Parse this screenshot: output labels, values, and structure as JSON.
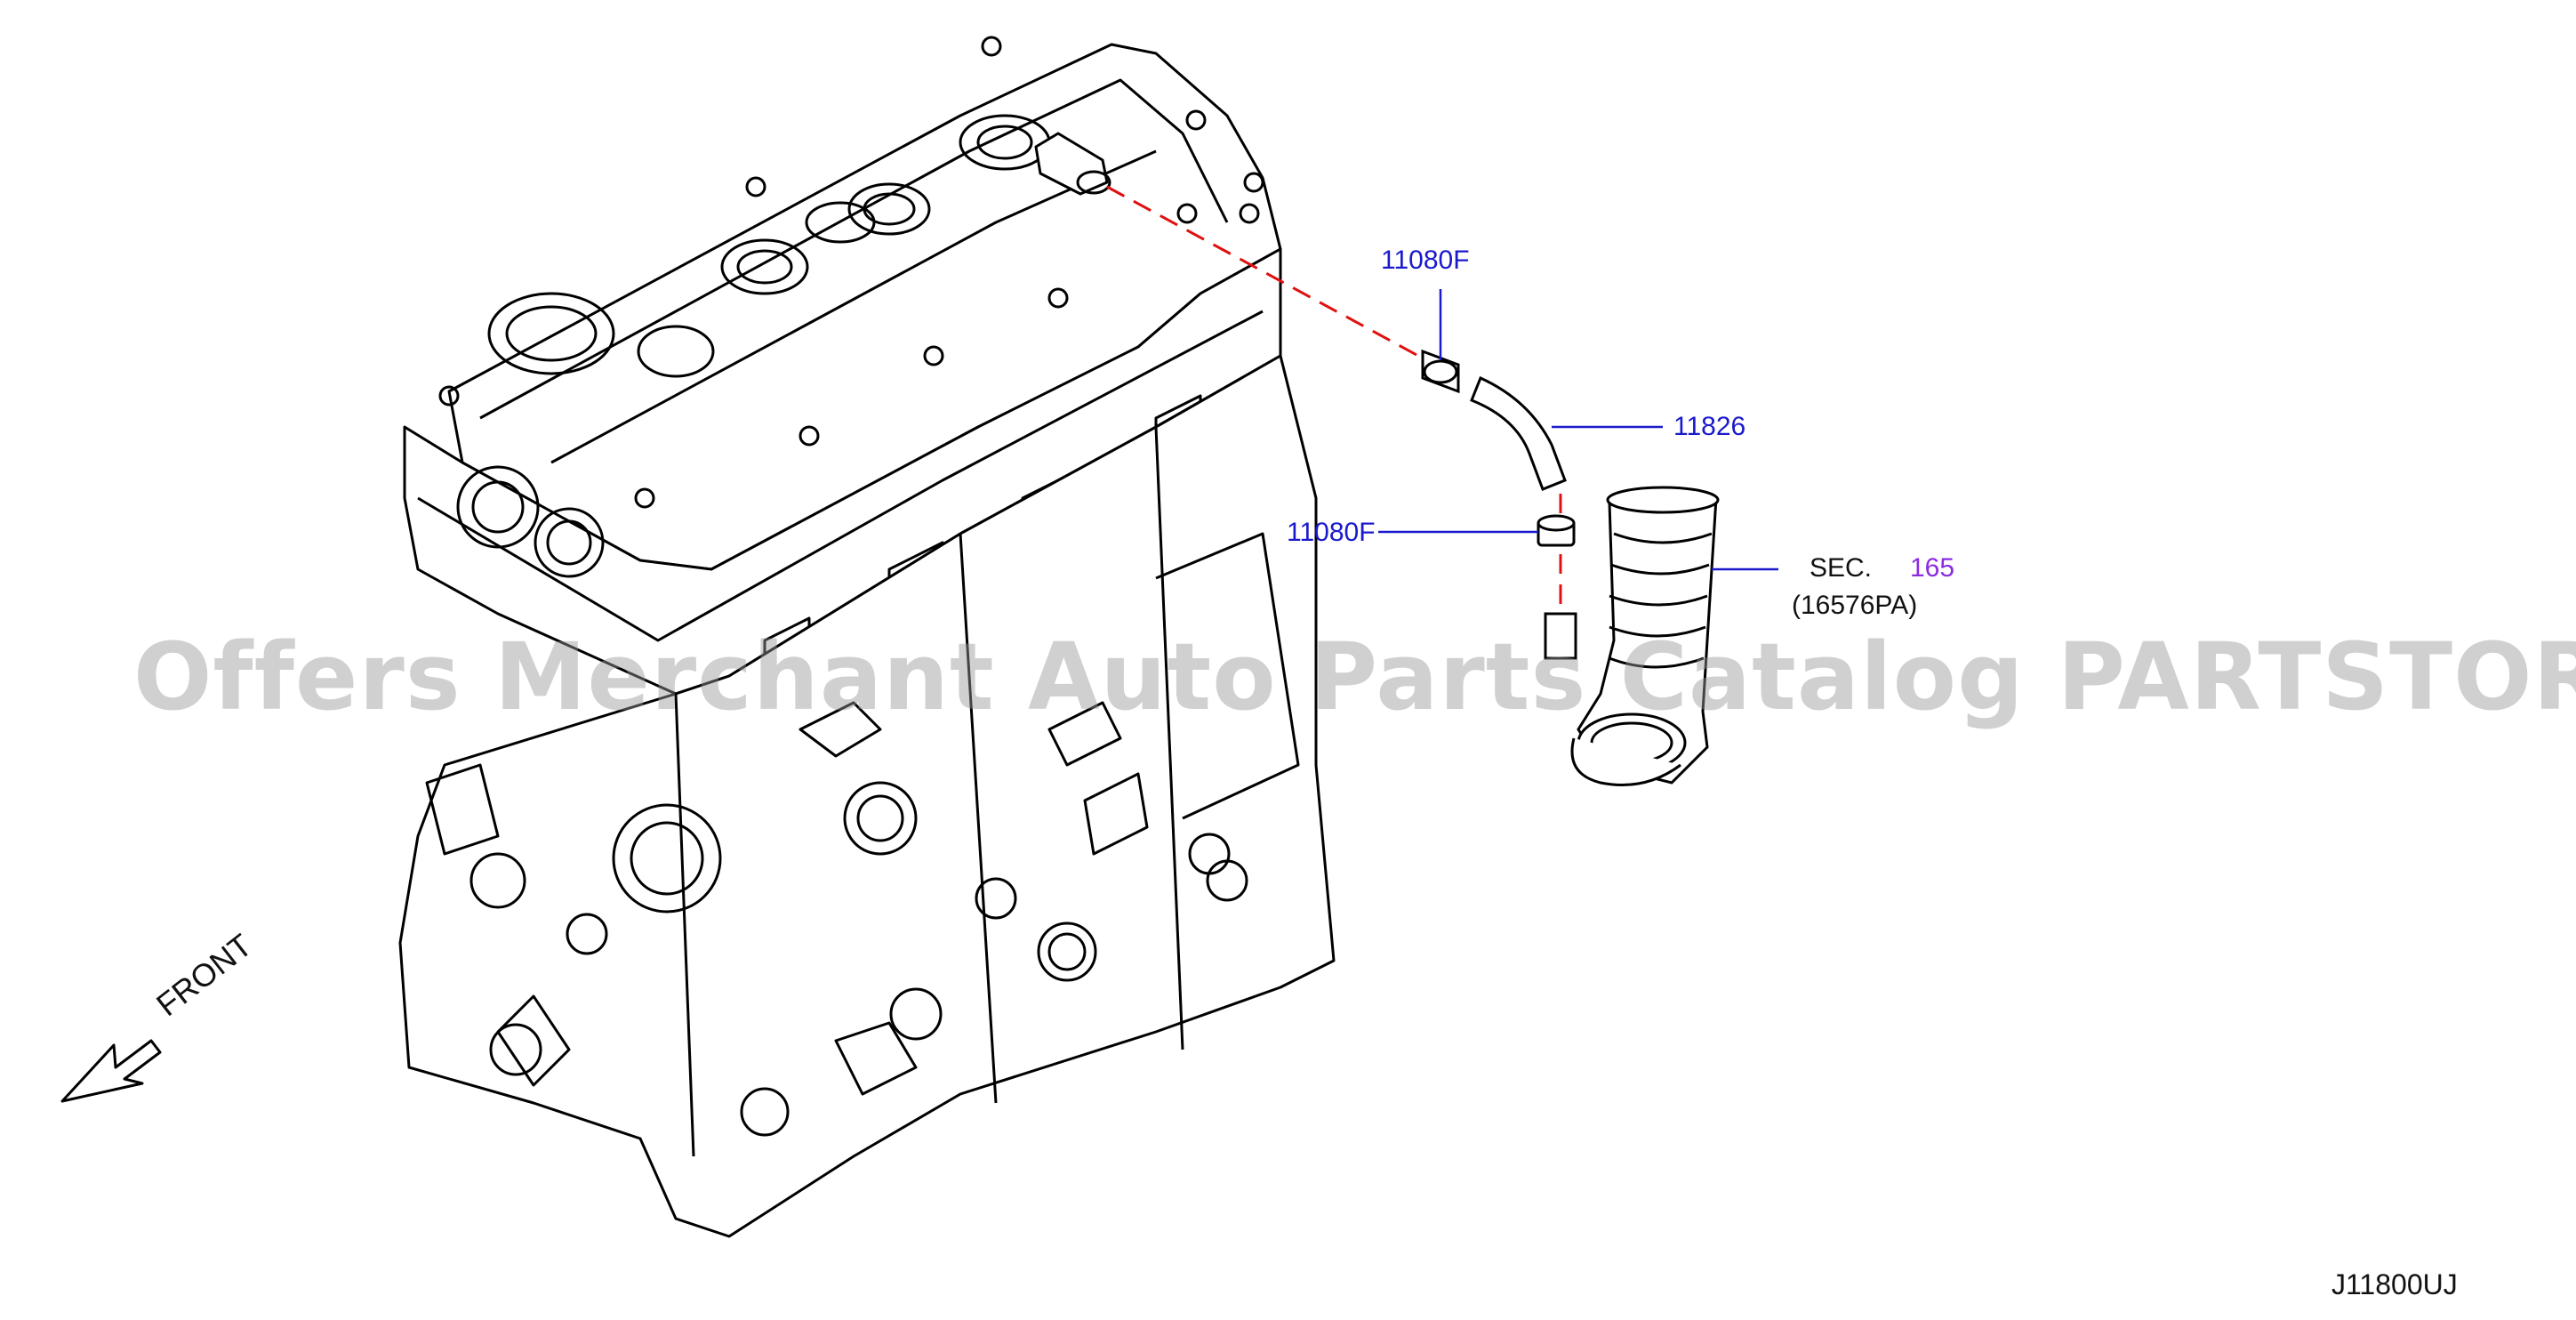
{
  "callouts": {
    "clamp_upper": "11080F",
    "hose": "11826",
    "clamp_lower": "11080F",
    "sec_prefix": "SEC.",
    "sec_number": "165",
    "sec_part": "(16576PA)"
  },
  "front_label": "FRONT",
  "figure_code": "J11800UJ",
  "watermark": "Offers Merchant Auto Parts Catalog PARTSTORE.SA",
  "colors": {
    "callout_text": "#1a1acc",
    "section_link": "#8a2be2",
    "dashed_line": "#e01010",
    "line_art": "#000000"
  }
}
